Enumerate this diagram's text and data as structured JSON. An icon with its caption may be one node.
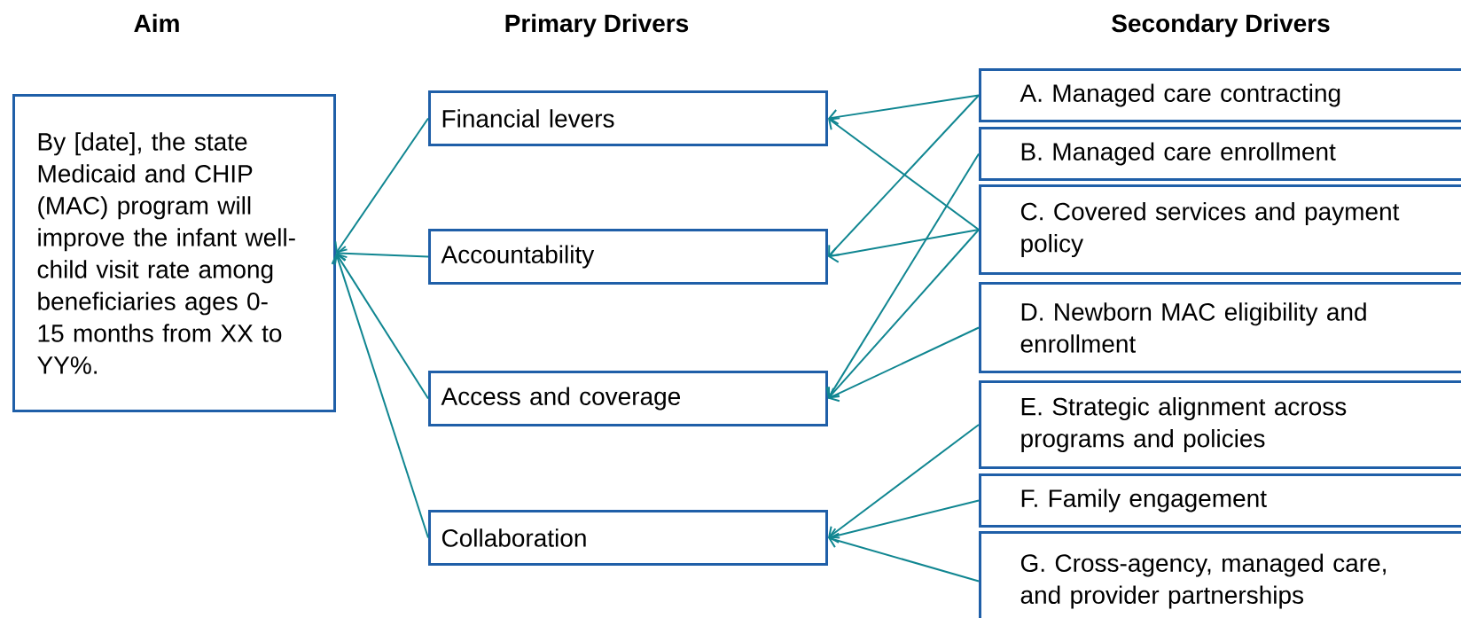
{
  "diagram": {
    "nodes": [
      {
        "text": [
          "By [date], the state Medicaid and CHIP (MAC) program will improve the infant well-child visit rate among beneficiaries ages 0-15 months from XX to YY%."
        ]
      },
      {
        "text": [
          "Financial levers"
        ]
      },
      {
        "text": [
          "Accountability"
        ]
      },
      {
        "text": [
          "Access and coverage"
        ]
      },
      {
        "text": [
          "Collaboration"
        ]
      },
      {
        "text": [
          "A. Managed care contracting"
        ]
      },
      {
        "text": [
          "B. Managed care enrollment"
        ]
      },
      {
        "text": [
          "C. Covered services and payment policy"
        ]
      },
      {
        "text": [
          "D. Newborn MAC eligibility and enrollment"
        ]
      },
      {
        "text": [
          "E. Strategic alignment across programs and policies"
        ]
      },
      {
        "text": [
          "F. Family engagement"
        ]
      },
      {
        "text": [
          "G. Cross-agency, managed care, and provider partnerships"
        ]
      }
    ],
    "edges": [
      {
        "from": 1,
        "to": 0,
        "arrow": "to"
      },
      {
        "from": 2,
        "to": 0,
        "arrow": "to"
      },
      {
        "from": 3,
        "to": 0,
        "arrow": "to"
      },
      {
        "from": 4,
        "to": 0,
        "arrow": "to"
      },
      {
        "from": 5,
        "to": 1,
        "arrow": "to"
      },
      {
        "from": 5,
        "to": 2,
        "arrow": "to"
      },
      {
        "from": 6,
        "to": 3,
        "arrow": "to"
      },
      {
        "from": 7,
        "to": 1,
        "arrow": "to"
      },
      {
        "from": 7,
        "to": 2,
        "arrow": "to"
      },
      {
        "from": 7,
        "to": 3,
        "arrow": "to"
      },
      {
        "from": 8,
        "to": 3,
        "arrow": "to"
      },
      {
        "from": 9,
        "to": 4,
        "arrow": "to"
      },
      {
        "from": 10,
        "to": 4,
        "arrow": "to"
      },
      {
        "from": 11,
        "to": 4,
        "arrow": "to"
      }
    ],
    "labels": [
      "Aim",
      "Primary Drivers",
      "Secondary Drivers"
    ]
  }
}
